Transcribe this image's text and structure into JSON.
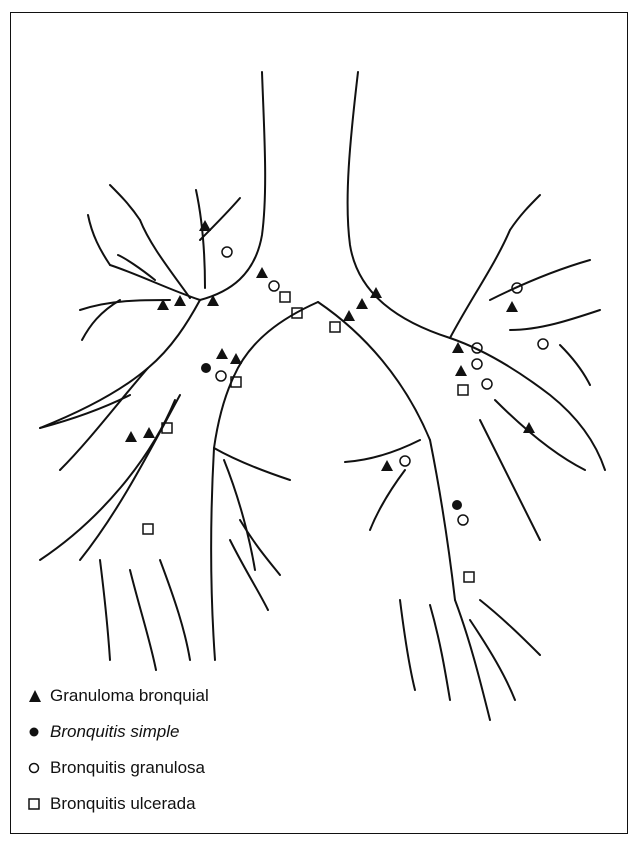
{
  "legend": [
    {
      "symbol": "triangle",
      "text_plain": "Granuloma bronquial",
      "text_italic": ""
    },
    {
      "symbol": "dot",
      "text_plain": "",
      "text_italic": "Bronquitis simple"
    },
    {
      "symbol": "circle",
      "text_plain": "Bronquitis granulosa",
      "text_italic": ""
    },
    {
      "symbol": "square",
      "text_plain": "Bronquitis ulcerada",
      "text_italic": ""
    }
  ],
  "colors": {
    "ink": "#111111",
    "paper": "#ffffff"
  }
}
